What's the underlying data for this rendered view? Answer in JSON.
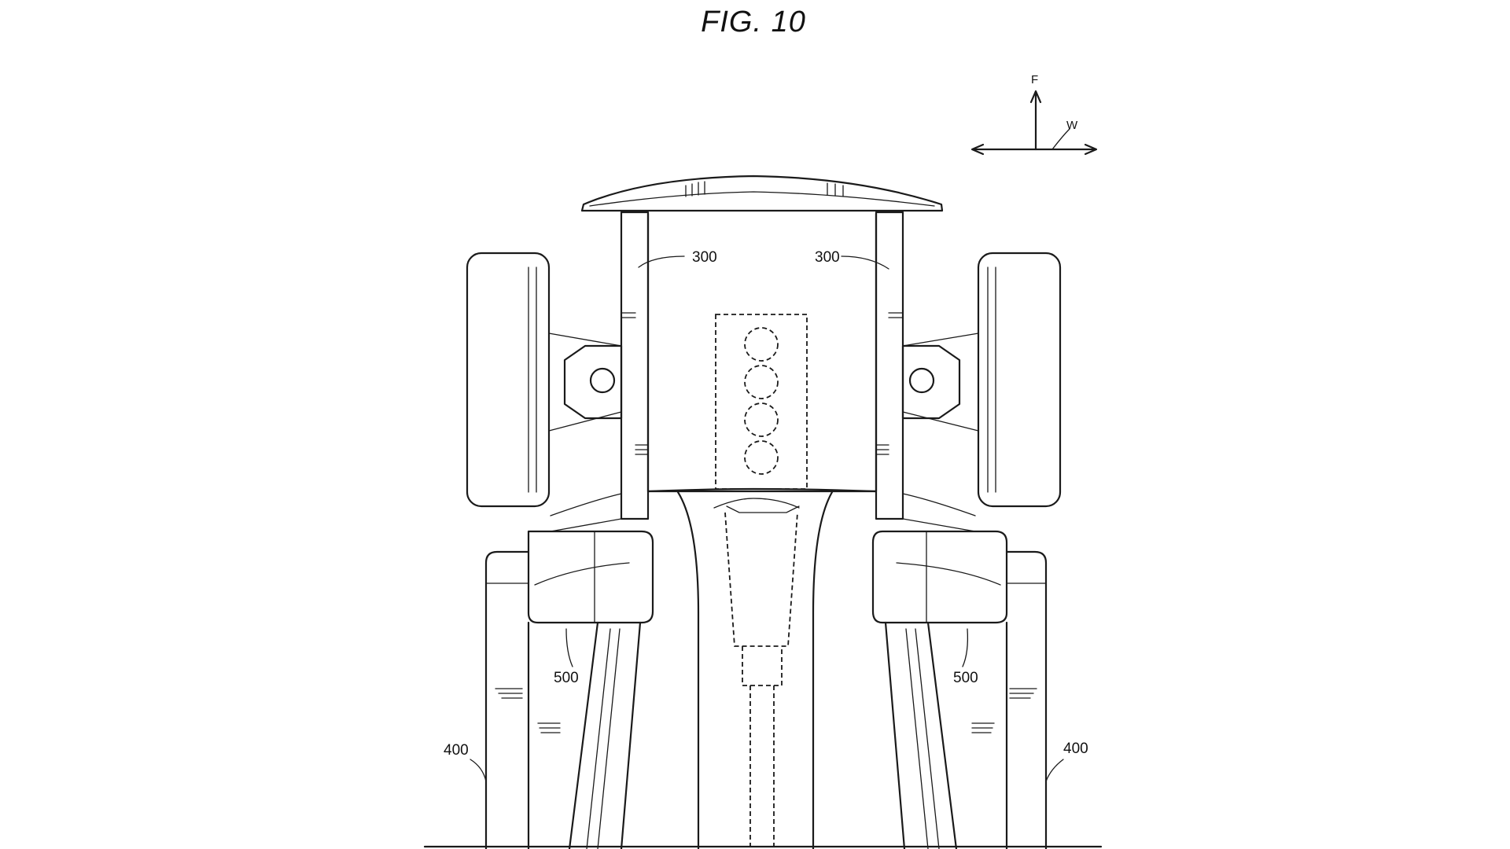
{
  "figure": {
    "title": "FIG. 10"
  },
  "direction_indicator": {
    "forward_label": "F",
    "width_label": "W"
  },
  "reference_numerals": {
    "frame_left": "300",
    "frame_right": "300",
    "link_left": "500",
    "link_right": "500",
    "leg_left": "400",
    "leg_right": "400"
  }
}
